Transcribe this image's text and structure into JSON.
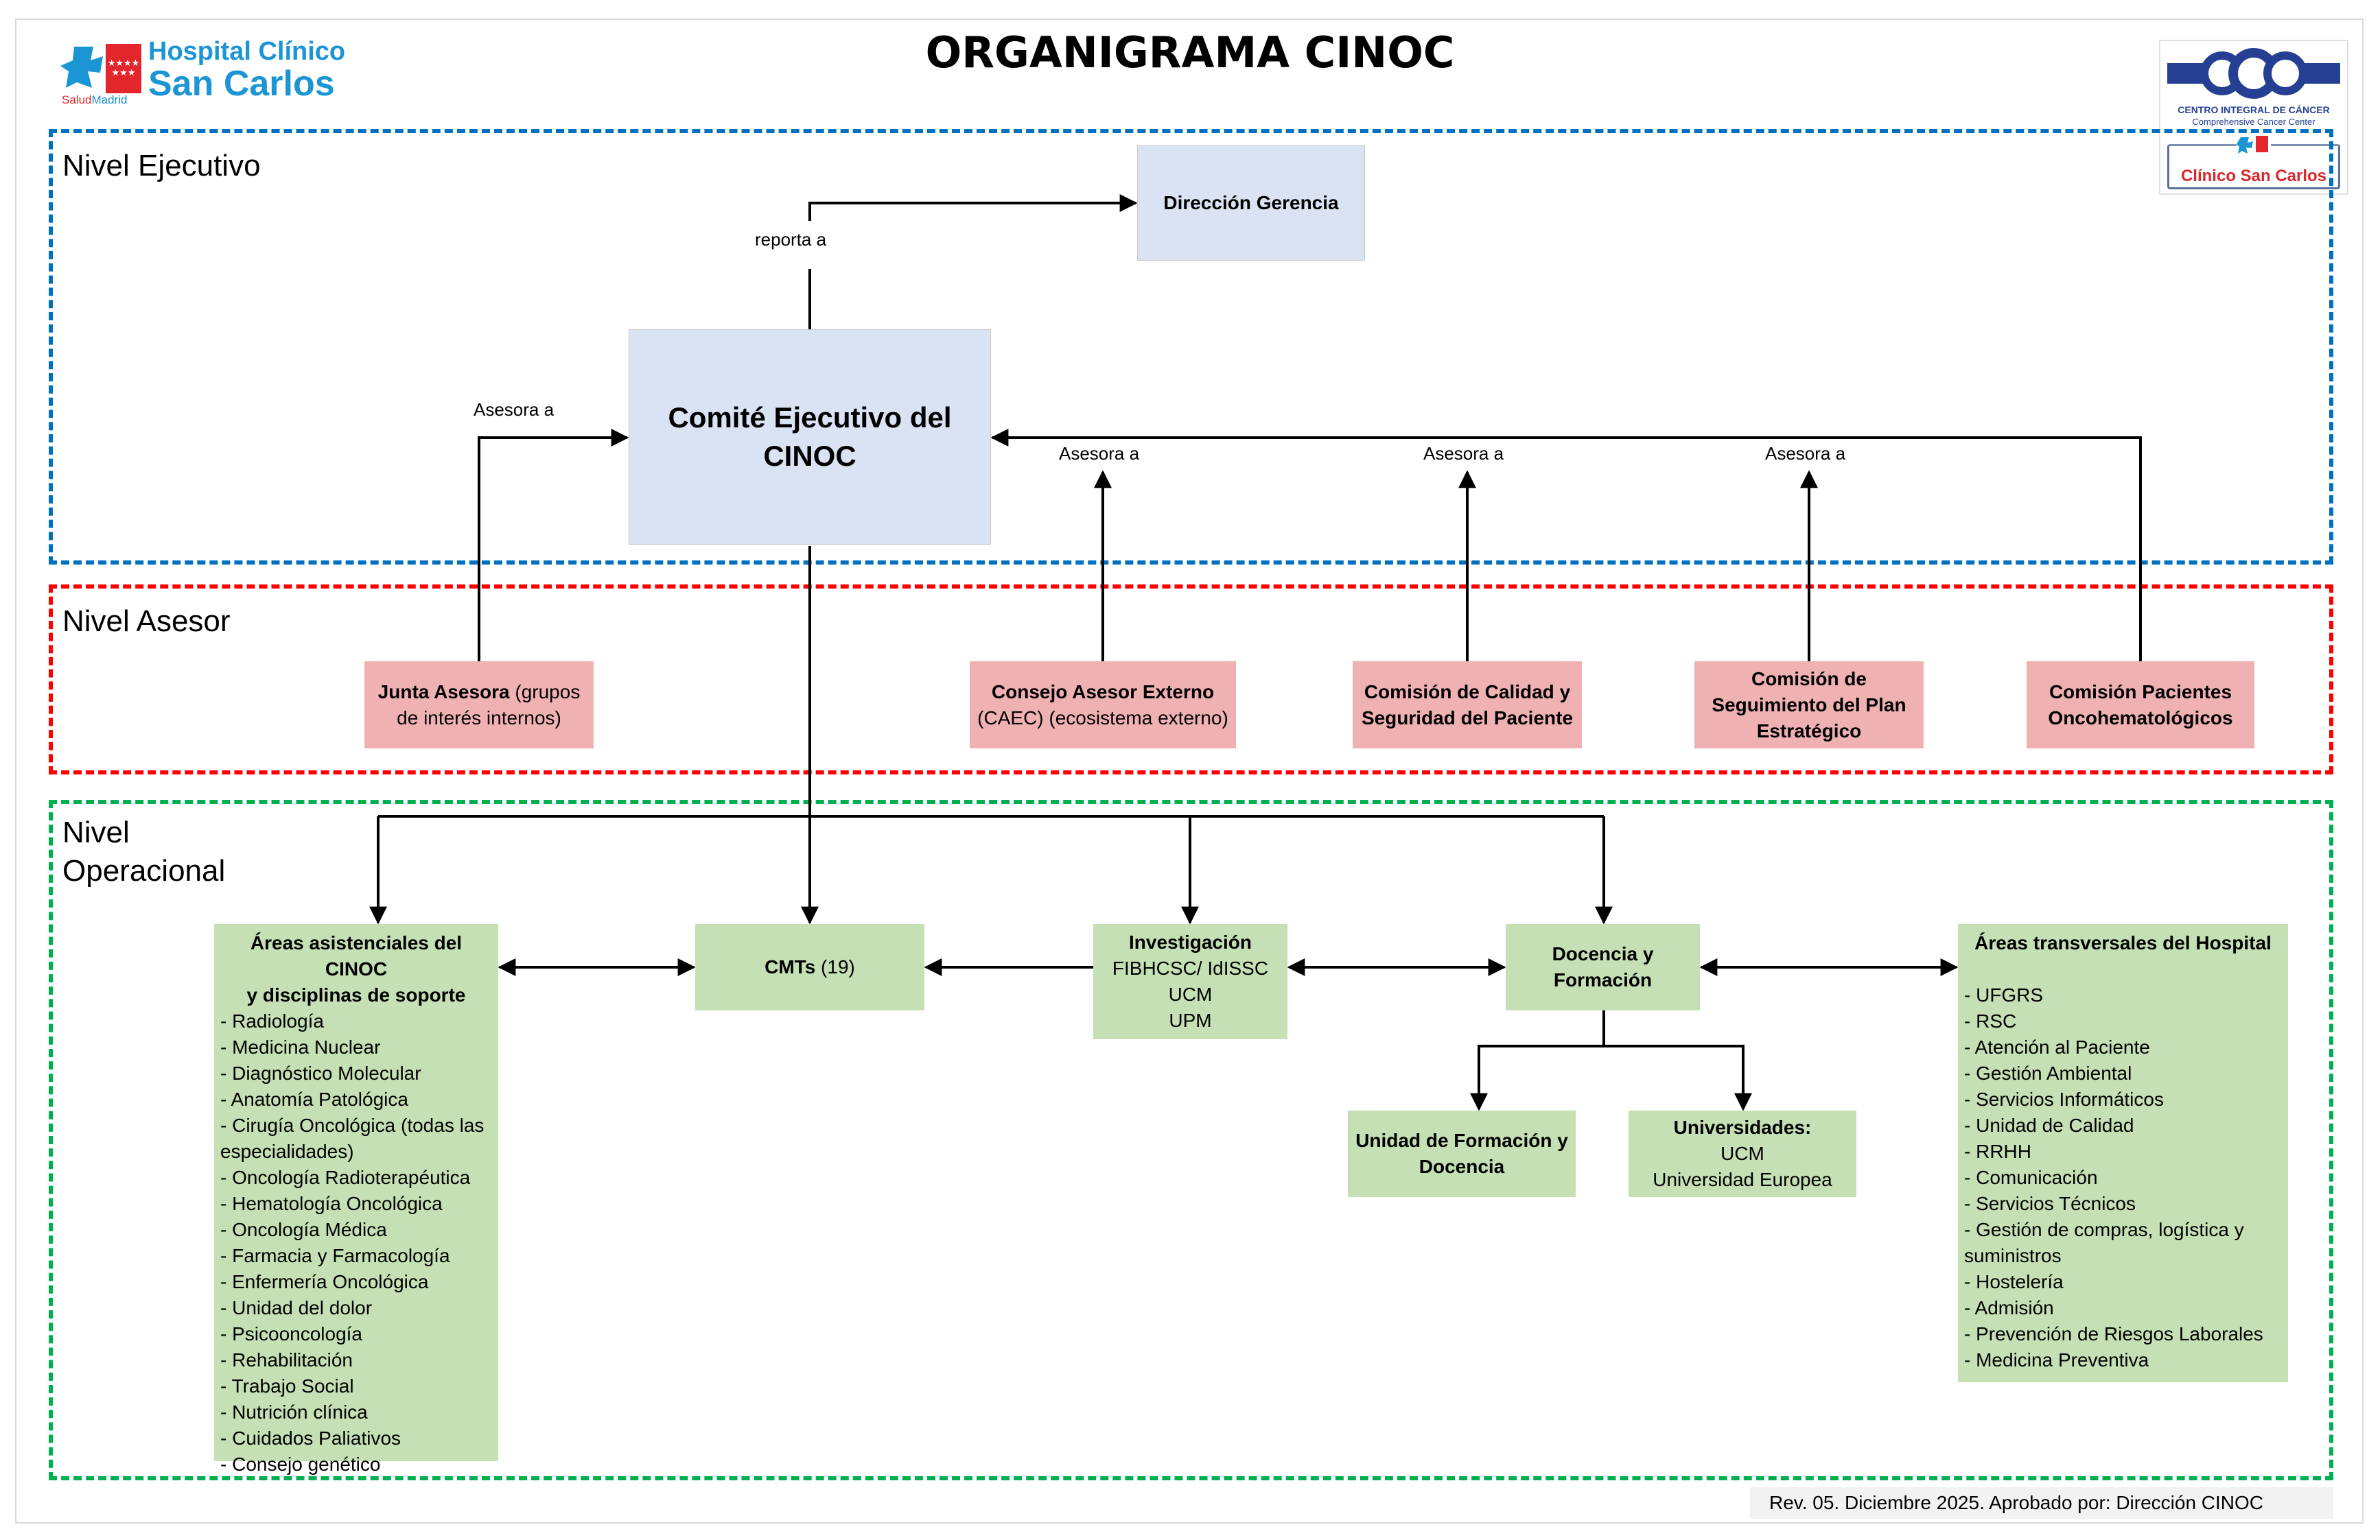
{
  "header": {
    "title": "ORGANIGRAMA CINOC",
    "logo_left": {
      "line1": "Hospital Clínico",
      "line2": "San Carlos",
      "sub_salud": "Salud",
      "sub_madrid": "Madrid"
    },
    "logo_right": {
      "acronym": "CCC",
      "line1": "CENTRO INTEGRAL DE CÁNCER",
      "line2": "Comprehensive Cancer Center",
      "line3": "Clínico San Carlos"
    }
  },
  "levels": {
    "ejecutivo": "Nivel Ejecutivo",
    "asesor": "Nivel Asesor",
    "operacional_line1": "Nivel",
    "operacional_line2": "Operacional"
  },
  "colors": {
    "ejecutivo": "#0070c0",
    "asesor": "#ff0000",
    "operacional": "#00b050",
    "box_blue": "#dae3f3",
    "box_pink": "#f0b1b3",
    "box_green": "#c5e0b4"
  },
  "ejecutivo": {
    "direccion": "Dirección Gerencia",
    "comite_line1": "Comité Ejecutivo del",
    "comite_line2": "CINOC",
    "reporta_label": "reporta a"
  },
  "asesor": {
    "edge_label": "Asesora a",
    "junta": {
      "bold": "Junta Asesora",
      "rest": " (grupos",
      "line2": "de interés internos)"
    },
    "consejo": {
      "bold": "Consejo Asesor Externo",
      "line2": "(CAEC) (ecosistema externo)"
    },
    "calidad": {
      "line1": "Comisión de Calidad y",
      "line2": "Seguridad del Paciente"
    },
    "seguimiento": {
      "line1": "Comisión de",
      "line2": "Seguimiento del Plan",
      "line3": "Estratégico"
    },
    "pacientes": {
      "line1": "Comisión Pacientes",
      "line2": "Oncohematológicos"
    }
  },
  "operacional": {
    "areas_asistenciales": {
      "title_line1": "Áreas asistenciales del CINOC",
      "title_line2": "y disciplinas de soporte",
      "items": [
        "- Radiología",
        "- Medicina Nuclear",
        "- Diagnóstico Molecular",
        "- Anatomía Patológica",
        "- Cirugía Oncológica (todas las especialidades)",
        "- Oncología Radioterapéutica",
        "- Hematología Oncológica",
        "- Oncología Médica",
        "- Farmacia y Farmacología",
        "- Enfermería Oncológica",
        "- Unidad del dolor",
        "- Psicooncología",
        "- Rehabilitación",
        "- Trabajo Social",
        "- Nutrición clínica",
        "- Cuidados Paliativos",
        "- Consejo genético"
      ]
    },
    "cmts": {
      "bold": "CMTs",
      "rest": " (19)"
    },
    "investigacion": {
      "title": "Investigación",
      "lines": [
        "FIBHCSC/ IdISSC",
        "UCM",
        "UPM"
      ]
    },
    "docencia": {
      "line1": "Docencia y",
      "line2": "Formación"
    },
    "unidad_formacion": {
      "line1": "Unidad de Formación y",
      "line2": "Docencia"
    },
    "universidades": {
      "title": "Universidades:",
      "lines": [
        "UCM",
        "Universidad Europea"
      ]
    },
    "areas_transversales": {
      "title": "Áreas transversales del Hospital",
      "items": [
        "- UFGRS",
        "- RSC",
        "- Atención al Paciente",
        "- Gestión Ambiental",
        "- Servicios Informáticos",
        "- Unidad de Calidad",
        "- RRHH",
        "- Comunicación",
        "- Servicios Técnicos",
        "- Gestión de compras, logística y suministros",
        "- Hostelería",
        "- Admisión",
        "- Prevención de Riesgos Laborales",
        "- Medicina Preventiva"
      ]
    }
  },
  "footer": {
    "text": "Rev. 05. Diciembre 2025. Aprobado por: Dirección CINOC"
  }
}
